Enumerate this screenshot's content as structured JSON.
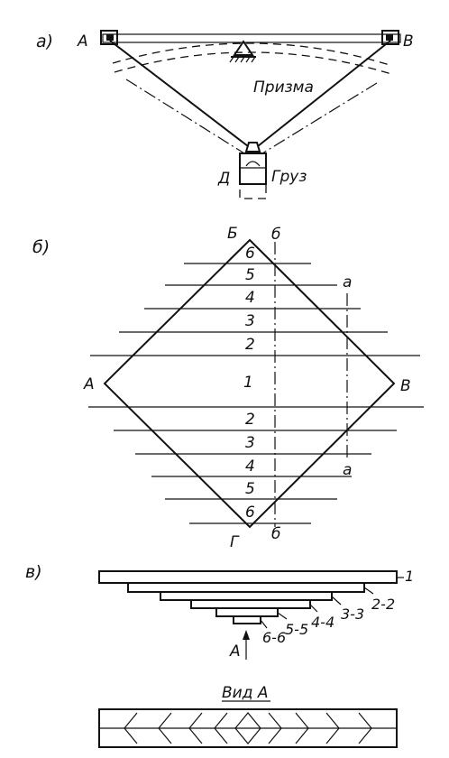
{
  "panel_a": {
    "tag": "а)",
    "left_label": "А",
    "right_label": "В",
    "prism_label": "Призма",
    "bottom_label": "Д",
    "load_label": "Груз"
  },
  "panel_b": {
    "tag": "б)",
    "top_label": "Б",
    "bottom_label": "Г",
    "left_label": "А",
    "right_label": "В",
    "section_b_top": "б",
    "section_b_bottom": "б",
    "section_a_top": "а",
    "section_a_bottom": "а",
    "layer_numbers": [
      "6",
      "5",
      "4",
      "3",
      "2",
      "1",
      "2",
      "3",
      "4",
      "5",
      "6"
    ]
  },
  "panel_v": {
    "tag": "в)",
    "layer_labels": [
      "1",
      "2-2",
      "3-3",
      "4-4",
      "5-5",
      "6-6"
    ],
    "arrow_label": "А",
    "view_title": "Вид А"
  }
}
